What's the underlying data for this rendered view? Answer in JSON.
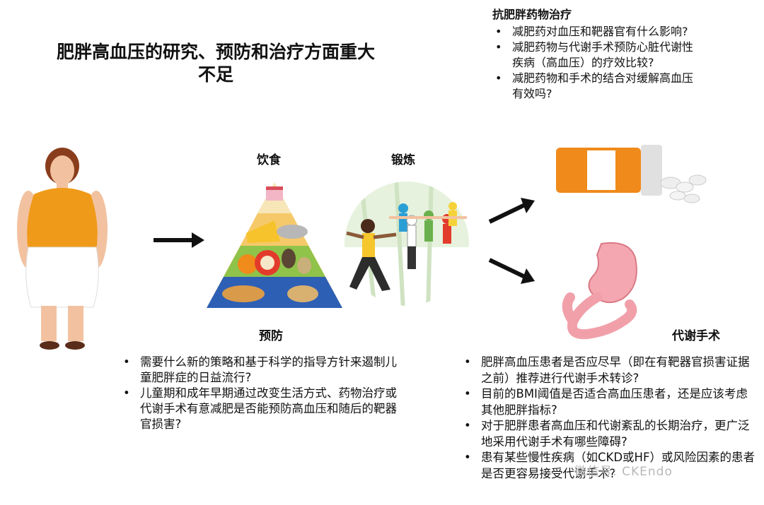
{
  "title": "肥胖高血压的研究、预防和治疗方面重大不足",
  "labels": {
    "diet": "饮食",
    "exercise": "锻炼",
    "prevention": "预防",
    "surgery": "代谢手术"
  },
  "drug_section": {
    "title": "抗肥胖药物治疗",
    "items": [
      "减肥药对血压和靶器官有什么影响?",
      "减肥药物与代谢手术预防心脏代谢性疾病（高血压）的疗效比较?",
      "减肥药物和手术的结合对缓解高血压有效吗?"
    ]
  },
  "prevention_items": [
    "需要什么新的策略和基于科学的指导方针来遏制儿童肥胖症的日益流行?",
    "儿童期和成年早期通过改变生活方式、药物治疗或代谢手术有意减肥是否能预防高血压和随后的靶器官损害?"
  ],
  "surgery_items": [
    "肥胖高血压患者是否应尽早（即在有靶器官损害证据之前）推荐进行代谢手术转诊?",
    "目前的BMI阈值是否适合高血压患者，还是应该考虑其他肥胖指标?",
    "对于肥胖患者高血压和代谢紊乱的长期治疗，更广泛地采用代谢手术有哪些障碍?",
    "患有某些慢性疾病（如CKD或HF）或风险因素的患者是否更容易接受代谢手术?"
  ],
  "watermark": "微信号: CKEndo"
}
